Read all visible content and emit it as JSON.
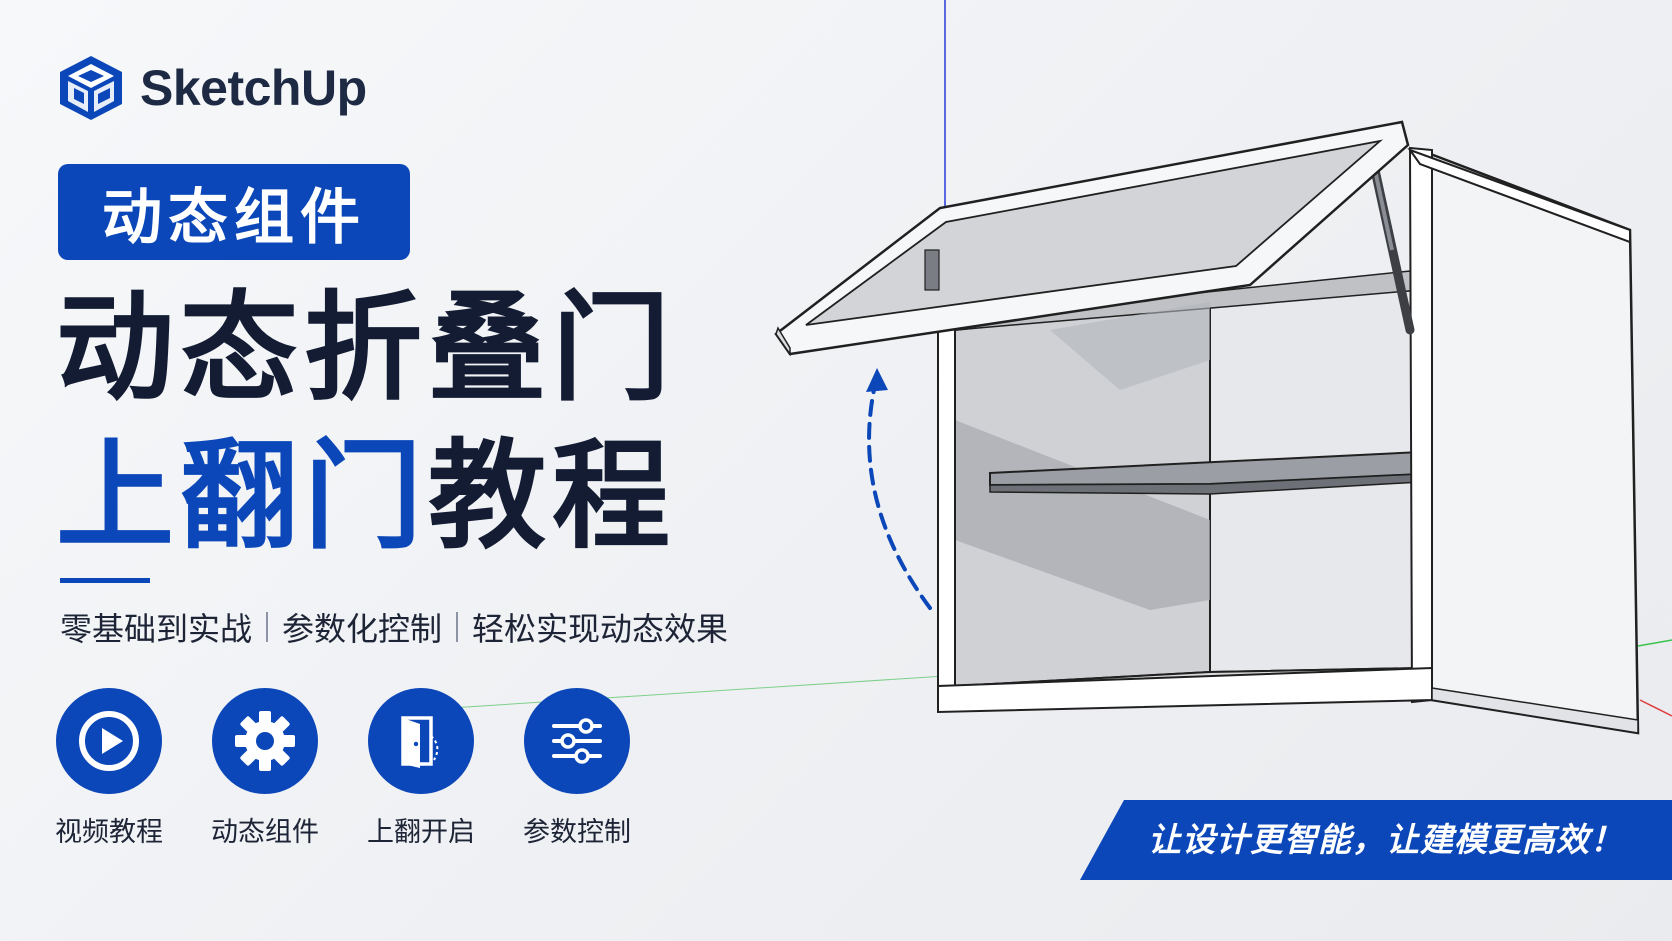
{
  "brand": {
    "name": "SketchUp",
    "logo_icon": "sketchup-cube-logo"
  },
  "badge": {
    "label": "动态组件"
  },
  "title": {
    "line1": "动态折叠门",
    "line2_blue": "上翻门",
    "line2_dark": "教程"
  },
  "subtitle": {
    "items": [
      "零基础到实战",
      "参数化控制",
      "轻松实现动态效果"
    ]
  },
  "features": [
    {
      "icon": "play-icon",
      "label": "视频教程"
    },
    {
      "icon": "gear-icon",
      "label": "动态组件"
    },
    {
      "icon": "door-open-icon",
      "label": "上翻开启"
    },
    {
      "icon": "sliders-icon",
      "label": "参数控制"
    }
  ],
  "slogan": {
    "text": "让设计更智能，让建模更高效！"
  },
  "colors": {
    "accent": "#0b47b8",
    "dark_text": "#131c33",
    "background": "#f2f3f5"
  }
}
